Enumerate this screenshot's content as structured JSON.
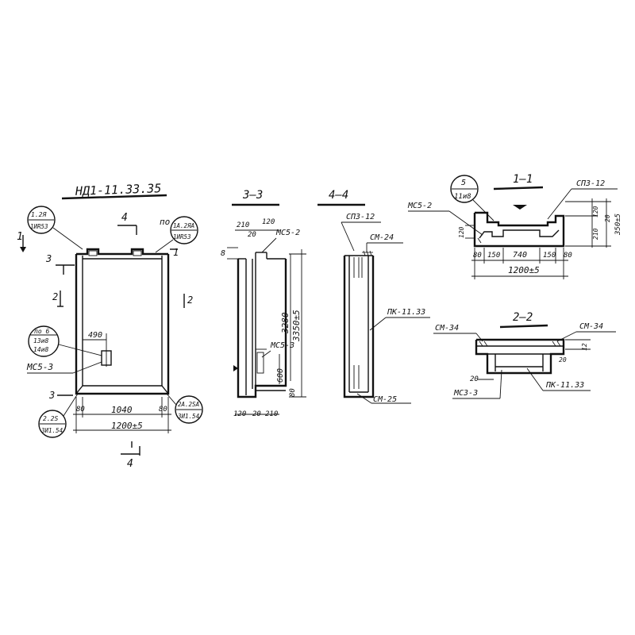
{
  "title": "НД1-11.33.35",
  "sections": {
    "s11": "1—1",
    "s22": "2—2",
    "s33": "3—3",
    "s44": "4—4"
  },
  "cuts": {
    "c1": "1",
    "c2": "2",
    "c3": "3",
    "c4": "4",
    "po_label": "по"
  },
  "front_view": {
    "tag_top_left_num": "1.2Я",
    "tag_top_left_den": "1ИR53",
    "tag_top_right_num": "1А.2ЯА",
    "tag_top_right_den": "1ИR53",
    "tag_mid_line1": "по 6",
    "tag_mid_line2": "13и8",
    "tag_mid_line3": "14и8",
    "dim_490": "490",
    "mark_mc53": "МС5-3",
    "tag_bot_left_num": "2.2S",
    "tag_bot_left_den": "3И1.54",
    "tag_bot_right_num": "2А.2SА",
    "tag_bot_right_den": "3И1.54",
    "dim_80a": "80",
    "dim_1040": "1040",
    "dim_80b": "80",
    "dim_1200": "1200±5"
  },
  "section_33": {
    "dim_210": "210",
    "dim_120": "120",
    "dim_20": "20",
    "mark_mc52": "МС5-2",
    "dim_8": "8",
    "dim_3280": "3280",
    "dim_3350": "3350±5",
    "mark_mc53": "МС5-3",
    "dim_600": "600",
    "dim_80": "80",
    "dim_b120": "120",
    "dim_b20": "20",
    "dim_b210": "210"
  },
  "section_44": {
    "mark_sp312": "СП3-12",
    "mark_cm24": "СМ-24",
    "mark_pk1133": "ПК-11.33",
    "mark_cm25": "СМ-25"
  },
  "section_11": {
    "tag_num": "5",
    "tag_den": "11и8",
    "mark_mc52": "МС5-2",
    "mark_sp312": "СП3-12",
    "dim_120": "120",
    "dim_80": "80",
    "dim_150a": "150",
    "dim_740": "740",
    "dim_150b": "150",
    "dim_80b": "80",
    "dim_1200": "1200±5",
    "dim_r120": "120",
    "dim_r20": "20",
    "dim_r210": "210",
    "dim_r350": "350±5"
  },
  "section_22": {
    "mark_cm34a": "СМ-34",
    "mark_cm34b": "СМ-34",
    "dim_12": "12",
    "dim_20a": "20",
    "dim_20b": "20",
    "mark_mc33": "МС3-3",
    "mark_pk1133": "ПК-11.33"
  }
}
